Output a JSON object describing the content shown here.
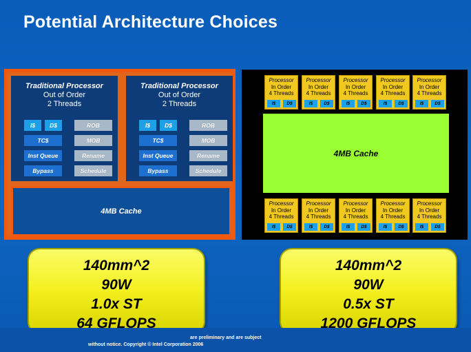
{
  "title": "Potential Architecture Choices",
  "traditional_core": {
    "name": "Traditional Processor",
    "line2": "Out of Order",
    "line3": "2 Threads",
    "blocks": {
      "icache": "I$",
      "dcache": "D$",
      "tc": "TC$",
      "inst_queue": "Inst Queue",
      "bypass": "Bypass",
      "rob": "ROB",
      "mob": "MOB",
      "rename": "Rename",
      "schedule": "Schedule"
    }
  },
  "left_cache": "4MB Cache",
  "inorder_core": {
    "name": "Processor",
    "line2": "In Order",
    "line3": "4 Threads",
    "icache": "I$",
    "dcache": "D$"
  },
  "right_cache": "4MB Cache",
  "stats_left": {
    "area": "140mm^2",
    "power": "90W",
    "st": "1.0x ST",
    "flops": "64 GFLOPS"
  },
  "stats_right": {
    "area": "140mm^2",
    "power": "90W",
    "st": "0.5x ST",
    "flops": "1200 GFLOPS"
  },
  "footer": {
    "line1_fragment": "are preliminary and are subject",
    "line2": "without notice.    Copyright © Intel Corporation 2006"
  }
}
